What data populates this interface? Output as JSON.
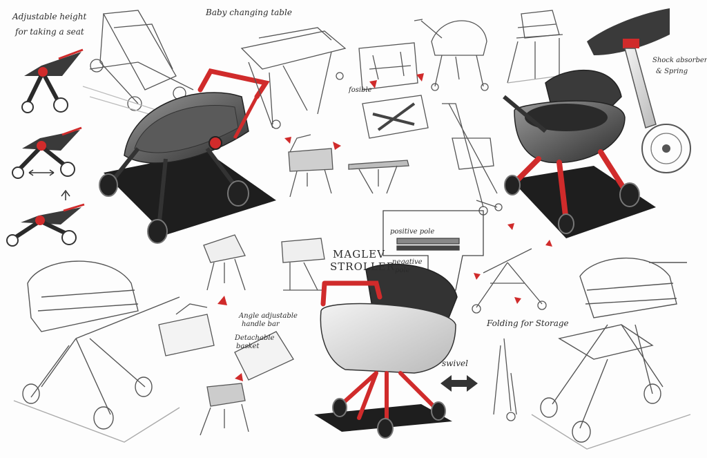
{
  "annotations": {
    "adjustable_height_1": "Adjustable height",
    "adjustable_height_2": "for taking a seat",
    "baby_changing_table": "Baby changing table",
    "foldable": "fosible",
    "shock_absorber_1": "Shock absorber",
    "shock_absorber_2": "& Spring",
    "positive_pole": "positive pole",
    "negative_pole_1": "negative",
    "negative_pole_2": "pole",
    "maglev_1": "MAGLEV",
    "maglev_2": "STROLLER",
    "angle_handle_1": "Angle adjustable",
    "angle_handle_2": "handle bar",
    "detachable_1": "Detachable",
    "detachable_2": "basket",
    "swivel": "swivel",
    "folding_for_storage": "Folding for Storage"
  },
  "colors": {
    "accent_red": "#d02b2b",
    "ink": "#2a2a2a",
    "shadow": "#1e1e1e",
    "body_grey": "#6a6a6a"
  }
}
